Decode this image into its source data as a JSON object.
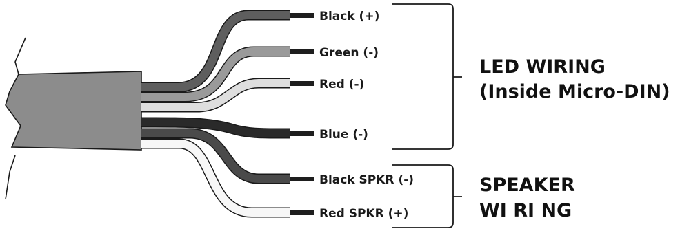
{
  "wires": [
    {
      "id": "black-plus",
      "label": "Black (+)",
      "color": "#5e5e5e"
    },
    {
      "id": "green-minus",
      "label": "Green (-)",
      "color": "#9a9a9a"
    },
    {
      "id": "red-minus",
      "label": "Red (-)",
      "color": "#dedede"
    },
    {
      "id": "blue-minus",
      "label": "Blue (-)",
      "color": "#2a2a2a"
    },
    {
      "id": "black-spkr",
      "label": "Black SPKR (-)",
      "color": "#4a4a4a"
    },
    {
      "id": "red-spkr",
      "label": "Red SPKR (+)",
      "color": "#f7f7f7"
    }
  ],
  "groups": {
    "led": {
      "line1": "LED WIRING",
      "line2": "(Inside Micro-DIN)"
    },
    "speaker": {
      "line1": "SPEAKER",
      "line2": "WI RI NG"
    }
  },
  "colors": {
    "cable_jacket": "#8c8c8c",
    "outline": "#1a1a1a",
    "conductor": "#1e1e1e"
  }
}
